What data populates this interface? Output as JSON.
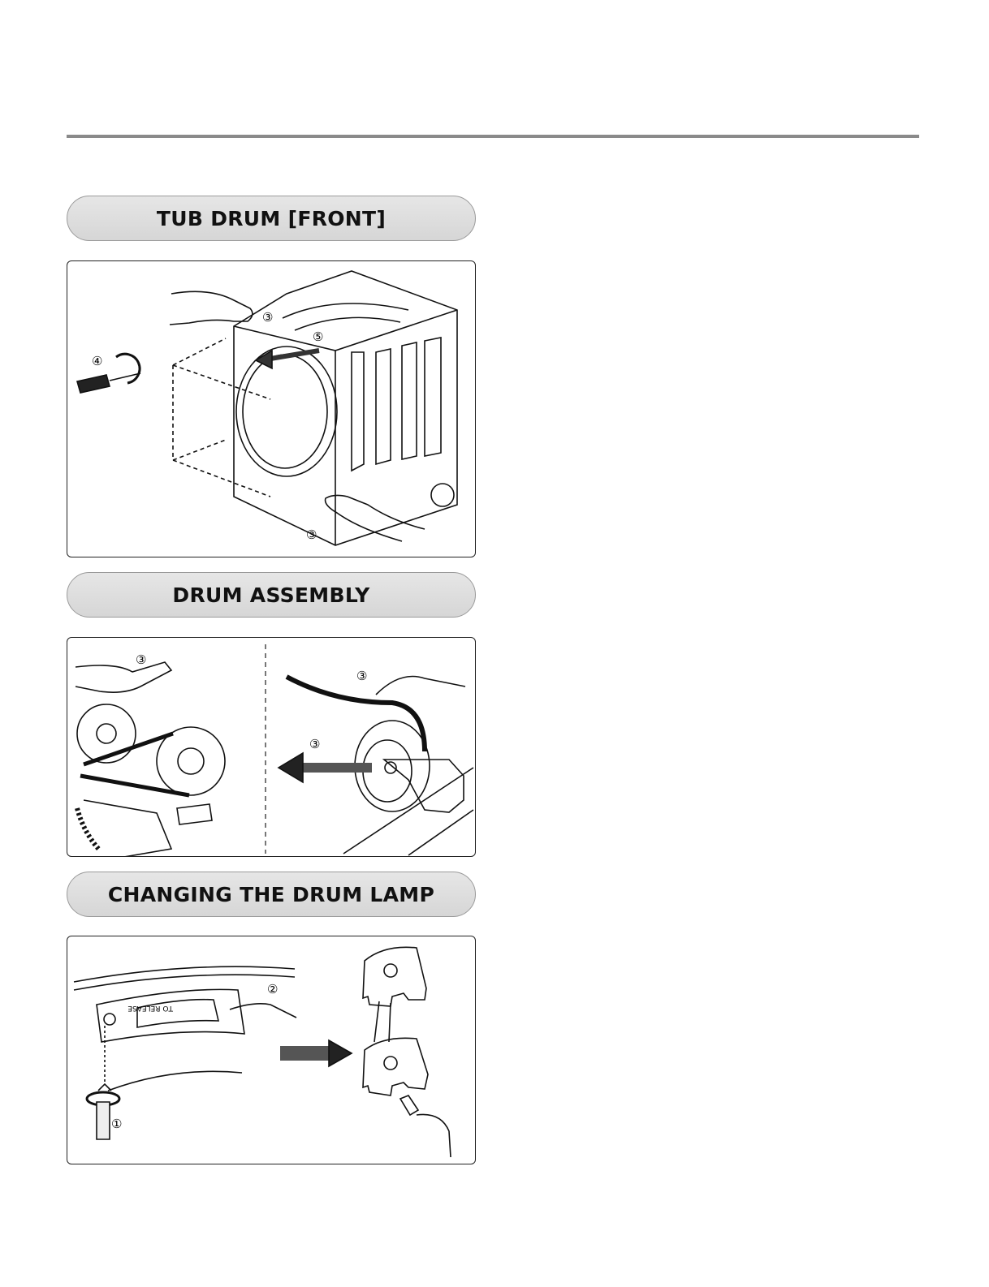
{
  "sections": [
    {
      "title": "TUB DRUM [FRONT]"
    },
    {
      "title": "DRUM ASSEMBLY"
    },
    {
      "title": "CHANGING THE DRUM LAMP"
    }
  ],
  "callouts": {
    "tub": [
      "③",
      "④",
      "⑤",
      "③"
    ],
    "drum_left": [
      "③"
    ],
    "drum_right": [
      "③",
      "③"
    ],
    "lamp": [
      "②",
      "①"
    ]
  },
  "lamp_cover_text": "TO RELEASE"
}
